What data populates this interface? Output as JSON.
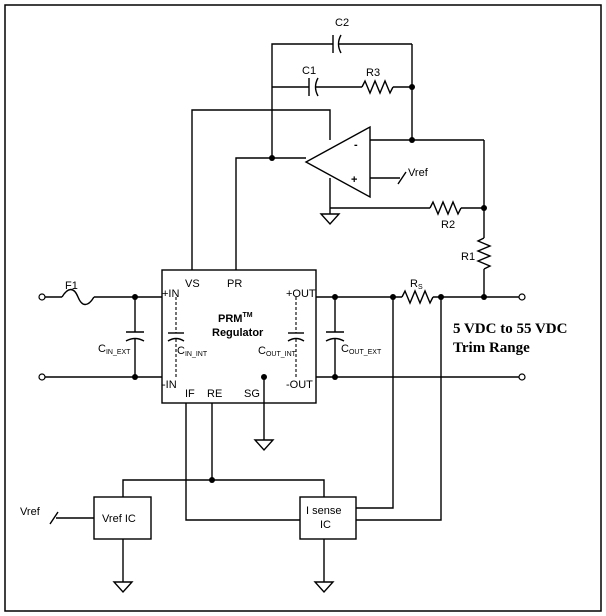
{
  "components": {
    "c1": "C1",
    "c2": "C2",
    "r1": "R1",
    "r2": "R2",
    "r3": "R3",
    "f1": "F1",
    "rs_main": "R",
    "rs_sub": "S",
    "vref_opamp": "Vref",
    "vref_input": "Vref",
    "cin_ext": {
      "main": "C",
      "sub": "IN_EXT"
    },
    "cin_int": {
      "main": "C",
      "sub": "IN_INT"
    },
    "cout_int": {
      "main": "C",
      "sub": "OUT_INT"
    },
    "cout_ext": {
      "main": "C",
      "sub": "OUT_EXT"
    }
  },
  "opamp": {
    "minus": "-",
    "plus": "+"
  },
  "prm": {
    "title": "PRM",
    "title_sup": "TM",
    "subtitle": "Regulator",
    "pins": {
      "vs": "VS",
      "pr": "PR",
      "in_plus": "+IN",
      "in_minus": "-IN",
      "out_plus": "+OUT",
      "out_minus": "-OUT",
      "if": "IF",
      "re": "RE",
      "sg": "SG"
    }
  },
  "ics": {
    "vref_ic": "Vref IC",
    "isense_line1": "I sense",
    "isense_line2": "IC"
  },
  "annotation": {
    "line1": "5 VDC to 55 VDC",
    "line2": "Trim Range"
  }
}
